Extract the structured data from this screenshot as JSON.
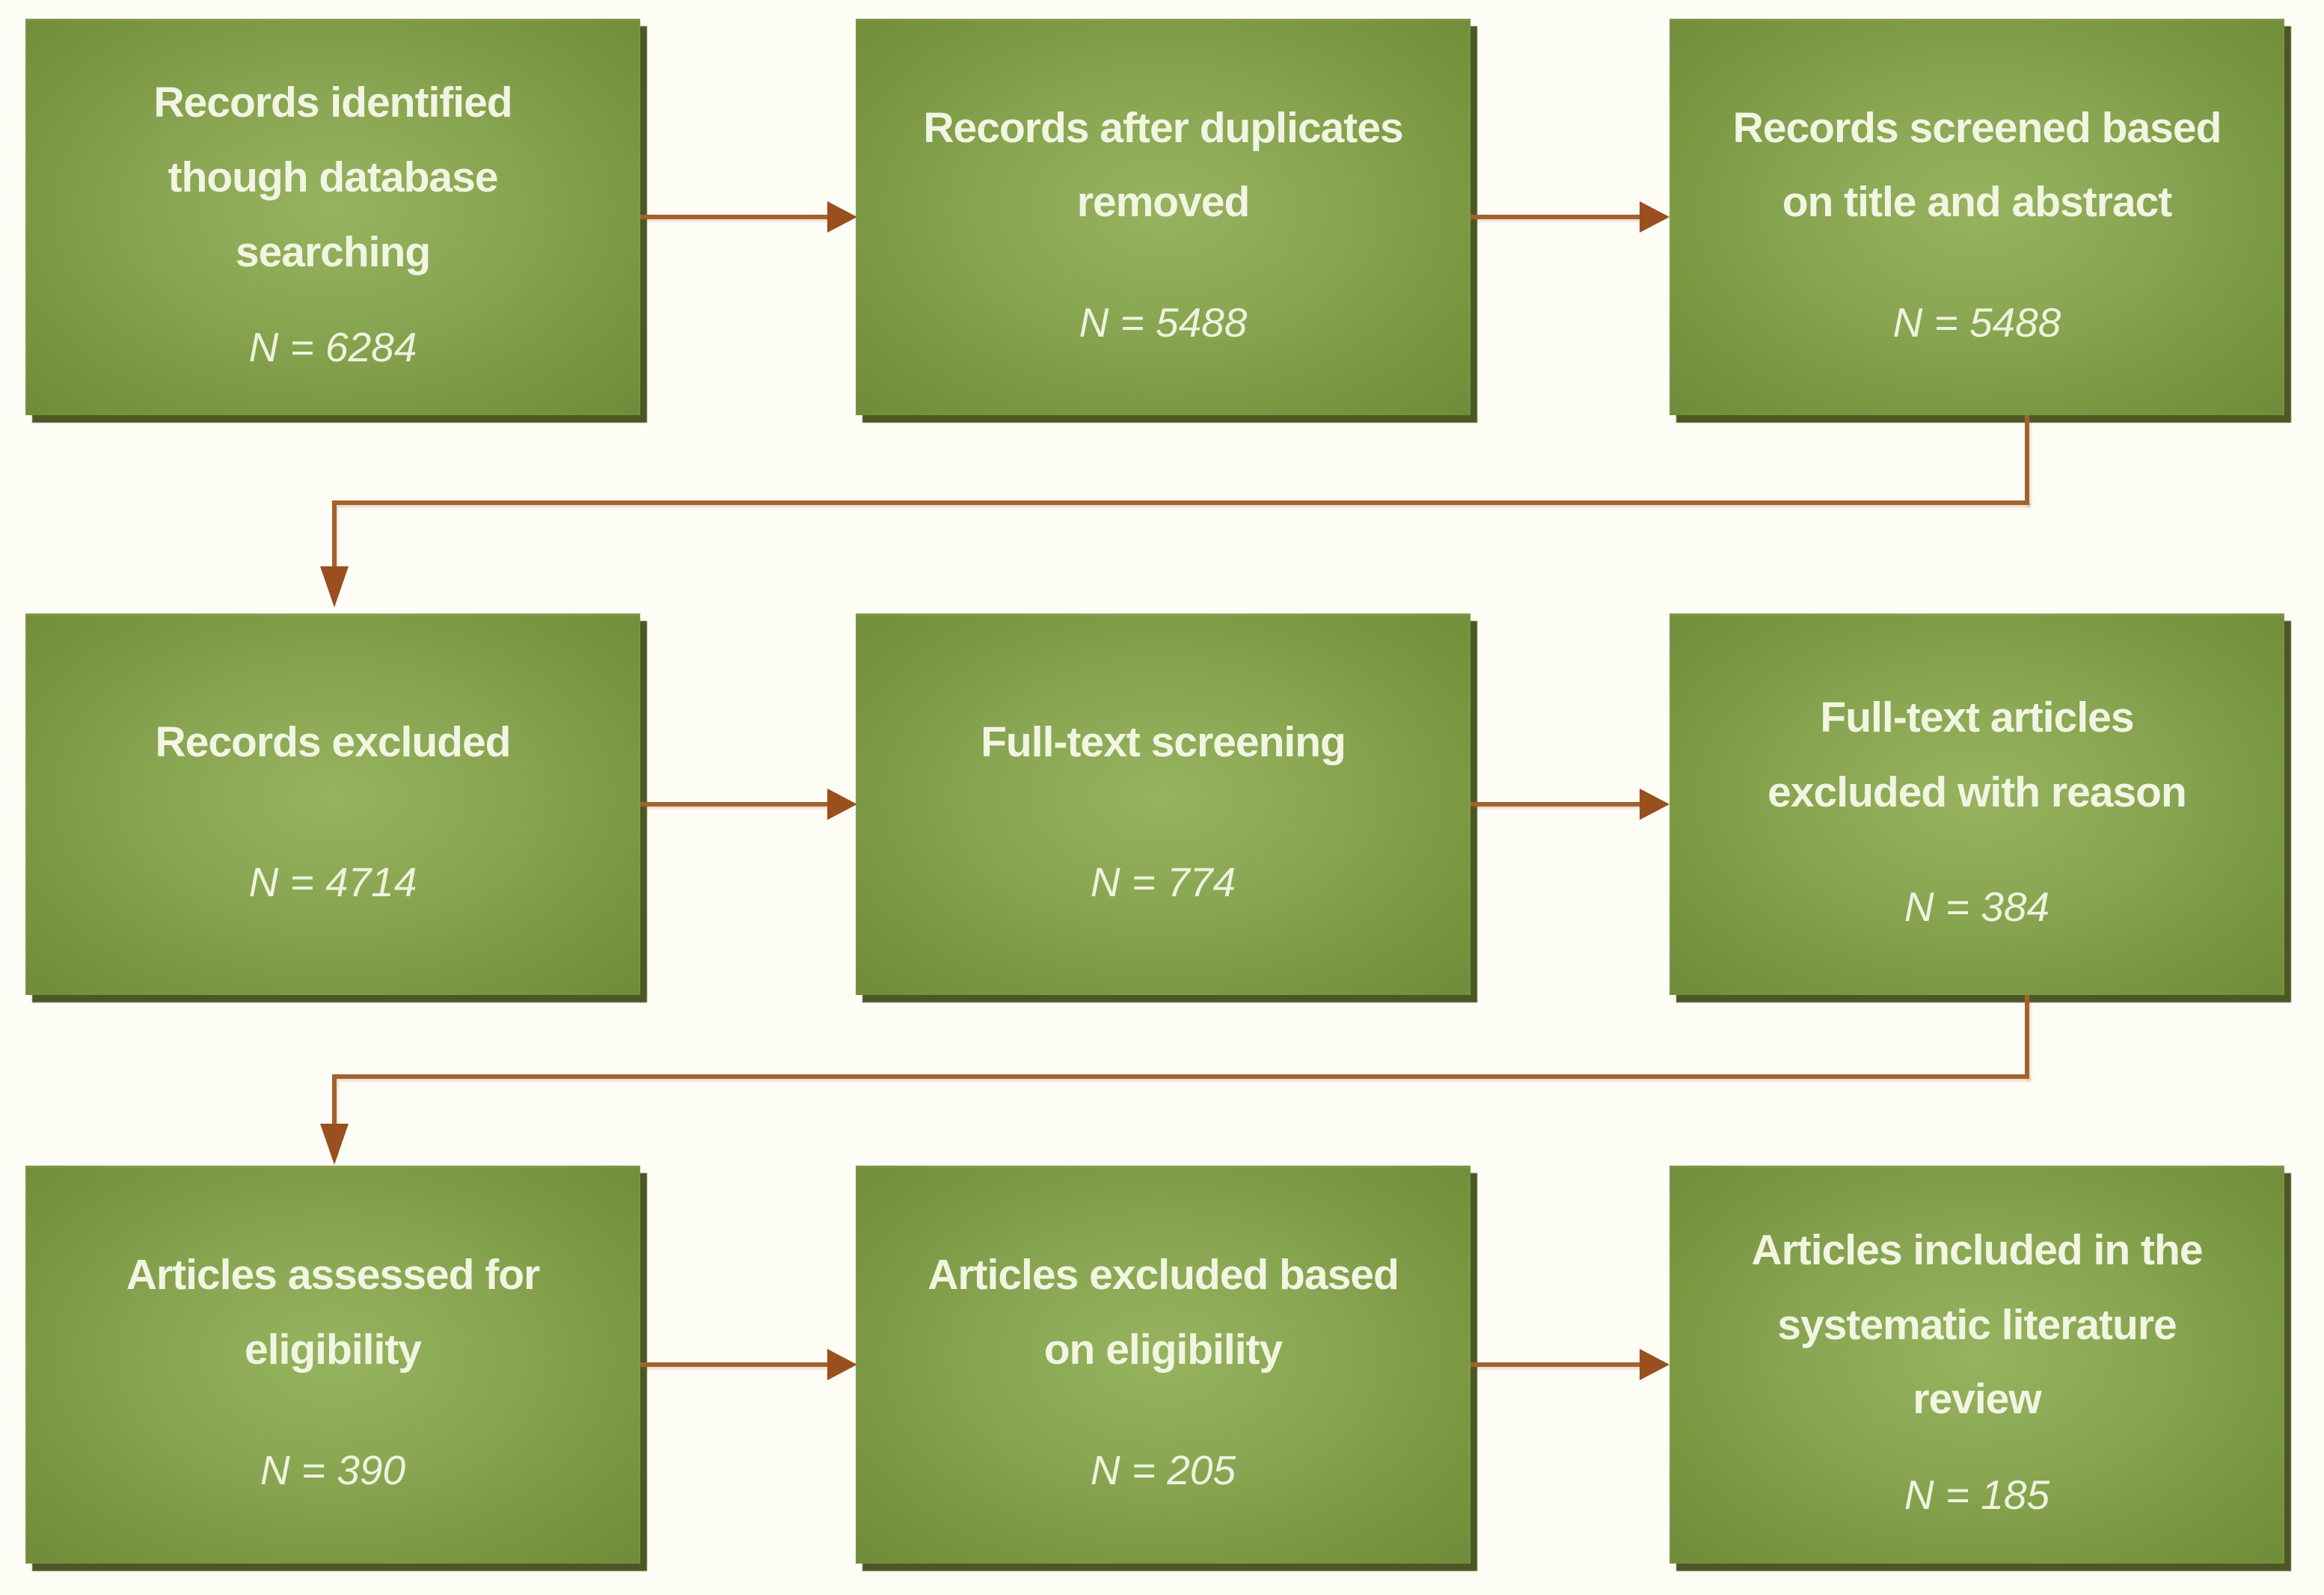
{
  "diagram": {
    "type": "flowchart",
    "description": "Systematic literature review PRISMA-style flow diagram",
    "colors": {
      "box_fill_center": "#96b35f",
      "box_fill_edge": "#6f8c3a",
      "box_shadow": "#4c5726",
      "text": "#f1f5e1",
      "connector_line": "#a4612e",
      "connector_arrowhead": "#9a4f1e",
      "background": "#fdfdf5"
    }
  },
  "flow": {
    "rows": [
      {
        "boxes": [
          {
            "lines": [
              "Records identified",
              "though database",
              "searching"
            ],
            "n": "N = 6284"
          },
          {
            "lines": [
              "Records after duplicates",
              "removed"
            ],
            "n": "N = 5488"
          },
          {
            "lines": [
              "Records screened based",
              "on title and abstract"
            ],
            "n": "N = 5488"
          }
        ]
      },
      {
        "boxes": [
          {
            "lines": [
              "Records excluded"
            ],
            "n": "N = 4714"
          },
          {
            "lines": [
              "Full-text screening"
            ],
            "n": "N = 774"
          },
          {
            "lines": [
              "Full-text articles",
              "excluded with reason"
            ],
            "n": "N = 384"
          }
        ]
      },
      {
        "boxes": [
          {
            "lines": [
              "Articles assessed for",
              "eligibility"
            ],
            "n": "N = 390"
          },
          {
            "lines": [
              "Articles excluded based",
              "on eligibility"
            ],
            "n": "N = 205"
          },
          {
            "lines": [
              "Articles included in the",
              "systematic literature",
              "review"
            ],
            "n": "N = 185"
          }
        ]
      }
    ]
  }
}
